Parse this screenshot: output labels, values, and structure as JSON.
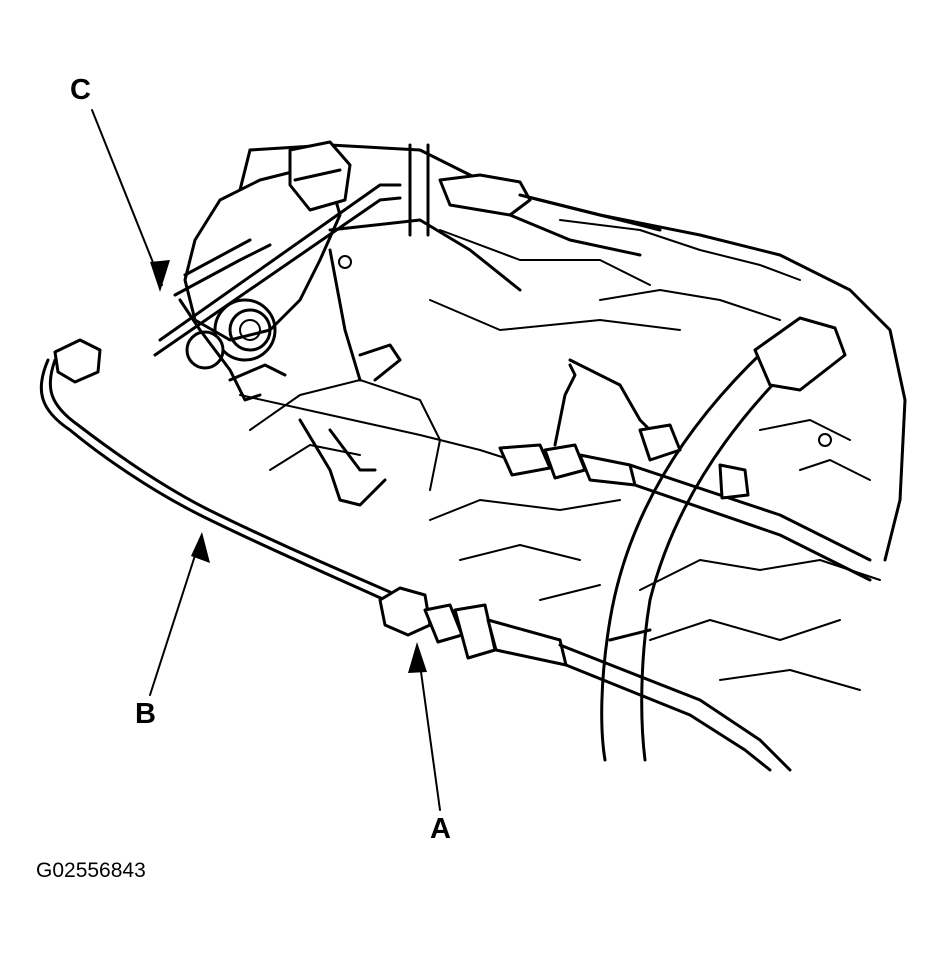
{
  "callouts": {
    "a": "A",
    "b": "B",
    "c": "C"
  },
  "figure_id": "G02556843"
}
